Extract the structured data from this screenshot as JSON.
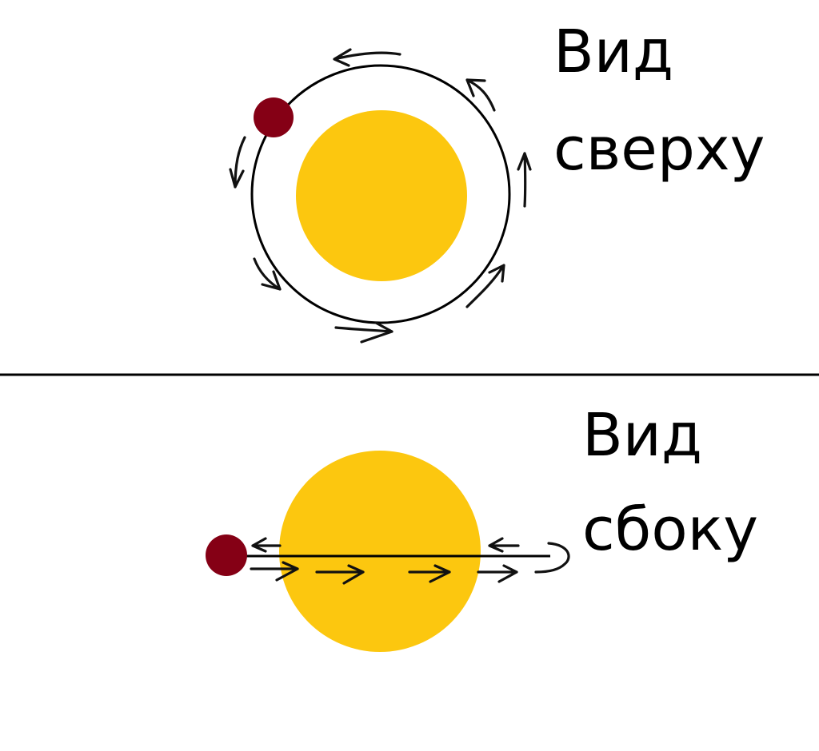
{
  "top_panel": {
    "title_line1": "Вид",
    "title_line2": "сверху"
  },
  "bottom_panel": {
    "title_line1": "Вид",
    "title_line2": "сбоку"
  },
  "colors": {
    "sun": "#fcc70f",
    "planet": "#850015",
    "ink": "#000000",
    "background": "#ffffff"
  },
  "icons": {
    "sun": "sun-icon",
    "planet": "planet-icon",
    "direction_arrow": "arrow-icon"
  }
}
